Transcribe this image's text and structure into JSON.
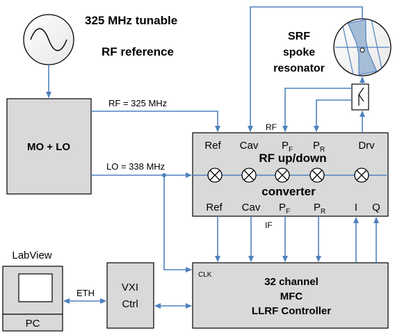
{
  "labels": {
    "rf_reference": [
      "325 MHz tunable",
      "RF reference"
    ],
    "resonator": [
      "SRF",
      "spoke",
      "resonator"
    ],
    "mo_lo": "MO + LO",
    "rf_signal": "RF = 325 MHz",
    "lo_signal": "LO = 338 MHz",
    "rf_bus": "RF",
    "if_bus": "IF",
    "converter_title": "RF up/down",
    "converter_subtitle": "converter",
    "top_ports": [
      "Ref",
      "Cav",
      "P",
      "P",
      "Drv"
    ],
    "top_port_subscripts": [
      "",
      "",
      "F",
      "R",
      ""
    ],
    "bottom_ports": [
      "Ref",
      "Cav",
      "P",
      "P",
      "I",
      "Q"
    ],
    "bottom_port_subscripts": [
      "",
      "",
      "F",
      "R",
      "",
      ""
    ],
    "clk": "CLK",
    "controller": [
      "32 channel",
      "MFC",
      "LLRF Controller"
    ],
    "vxi": [
      "VXI",
      "Ctrl"
    ],
    "eth": "ETH",
    "labview": "LabView",
    "pc": "PC"
  },
  "colors": {
    "wire": "#4F81BD",
    "box_fill": "#D9D9D9",
    "outline": "#000000",
    "resonator_fill": "#A6BDD7"
  }
}
